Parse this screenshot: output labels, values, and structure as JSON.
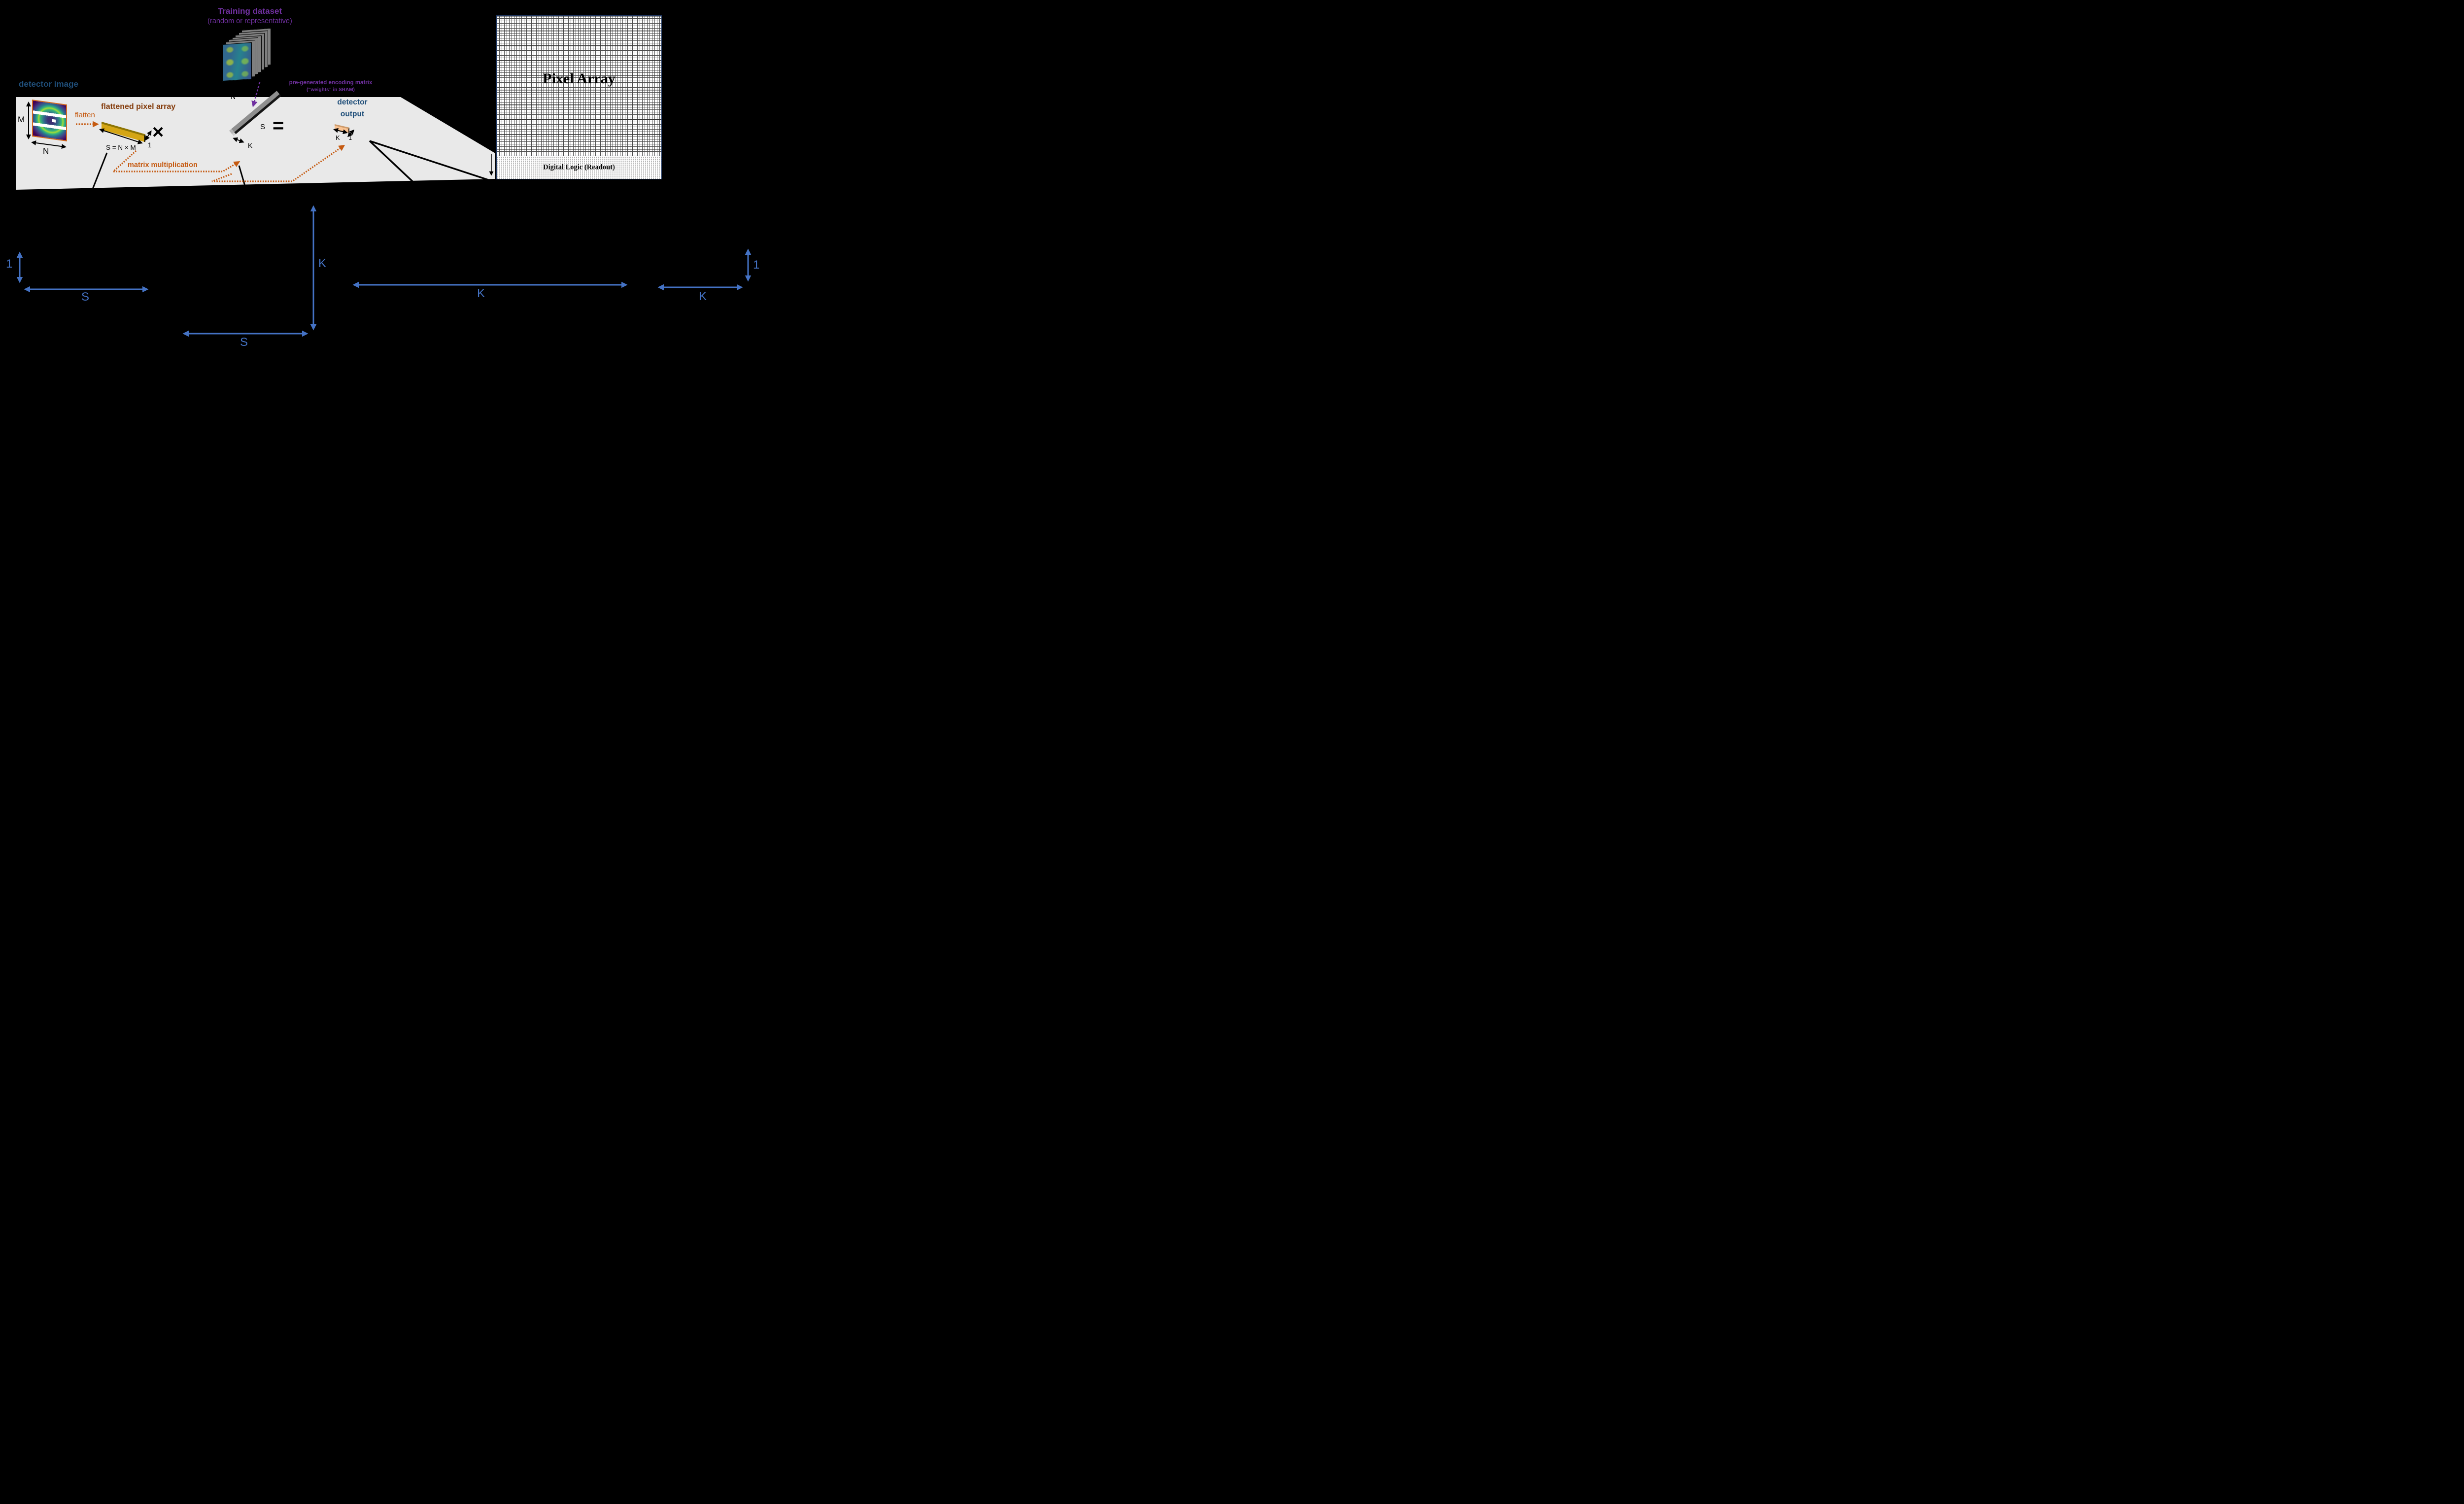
{
  "colors": {
    "background": "#000000",
    "band": "#E9E9E9",
    "purple": "#7030A0",
    "orange_accent": "#C55A11",
    "brown": "#843C0C",
    "dark_blue": "#1F4E79",
    "dimension_blue": "#4472C4",
    "detector_border_orange": "#D2691E",
    "flattened_bar_gold": "#D4A514",
    "encoding_bar_gray": "#8f8f8f",
    "output_bar_peach": "#FAC392",
    "chip_border_navy": "#1F3864"
  },
  "training": {
    "title": "Training dataset",
    "subtitle": "(random or representative)",
    "depth_label": "N"
  },
  "detector_image": {
    "label": "detector image",
    "height_label": "M",
    "width_label": "N"
  },
  "flatten": {
    "label": "flatten"
  },
  "flattened_array": {
    "label": "flattened pixel array",
    "length_label": "S = N × M",
    "thickness_label": "1"
  },
  "operators": {
    "times": "×",
    "equals": "="
  },
  "encoding_matrix": {
    "title": "pre-generated encoding matrix",
    "subtitle": "(“weights” in SRAM)",
    "length_label": "S",
    "width_label": "K"
  },
  "detector_output": {
    "label_line1": "detector",
    "label_line2": "output",
    "width_label": "K",
    "thickness_label": "1"
  },
  "matrix_multiplication": {
    "label": "matrix multiplication"
  },
  "chip": {
    "pixel_array_label": "Pixel Array",
    "readout_label": "Digital Logic (Readout)"
  },
  "dimensions": {
    "flattened_height": "1",
    "flattened_width": "S",
    "matrix_height": "K",
    "matrix_width": "S",
    "output_width_long": "K",
    "output_width_short": "K",
    "output_height": "1"
  }
}
